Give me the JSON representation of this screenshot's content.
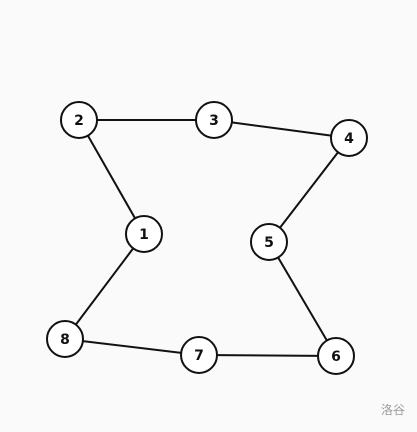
{
  "graph": {
    "nodes": [
      {
        "id": "1",
        "label": "1"
      },
      {
        "id": "2",
        "label": "2"
      },
      {
        "id": "3",
        "label": "3"
      },
      {
        "id": "4",
        "label": "4"
      },
      {
        "id": "5",
        "label": "5"
      },
      {
        "id": "6",
        "label": "6"
      },
      {
        "id": "7",
        "label": "7"
      },
      {
        "id": "8",
        "label": "8"
      }
    ],
    "edges": [
      [
        "2",
        "3"
      ],
      [
        "3",
        "4"
      ],
      [
        "2",
        "1"
      ],
      [
        "1",
        "8"
      ],
      [
        "8",
        "7"
      ],
      [
        "7",
        "6"
      ],
      [
        "6",
        "5"
      ],
      [
        "5",
        "4"
      ]
    ]
  },
  "watermark": "洛谷",
  "colors": {
    "background": "#fafafa",
    "stroke": "#111111",
    "node_fill": "#ffffff",
    "watermark": "#9a9a9a"
  }
}
